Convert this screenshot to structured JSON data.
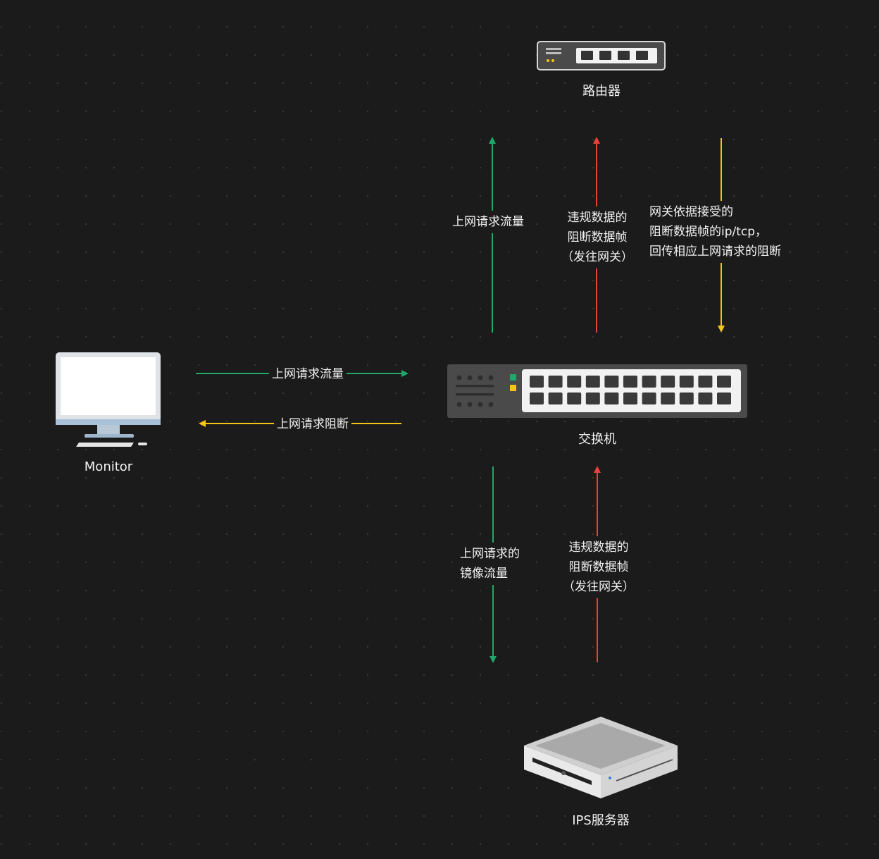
{
  "nodes": {
    "router": "路由器",
    "switch": "交换机",
    "monitor": "Monitor",
    "ips": "IPS服务器"
  },
  "edges": {
    "pc_to_switch": "上网请求流量",
    "switch_to_pc": "上网请求阻断",
    "switch_to_router": "上网请求流量",
    "switch_to_router_block": "违规数据的\n阻断数据帧\n（发往网关）",
    "router_to_switch": "网关依据接受的\n阻断数据帧的ip/tcp，\n回传相应上网请求的阻断",
    "switch_to_ips": "上网请求的\n镜像流量",
    "ips_to_switch_block": "违规数据的\n阻断数据帧\n（发往网关）"
  },
  "colors": {
    "green": "#1fa86a",
    "red": "#e8413a",
    "yellow": "#f5c518",
    "background": "#1b1b1b"
  }
}
